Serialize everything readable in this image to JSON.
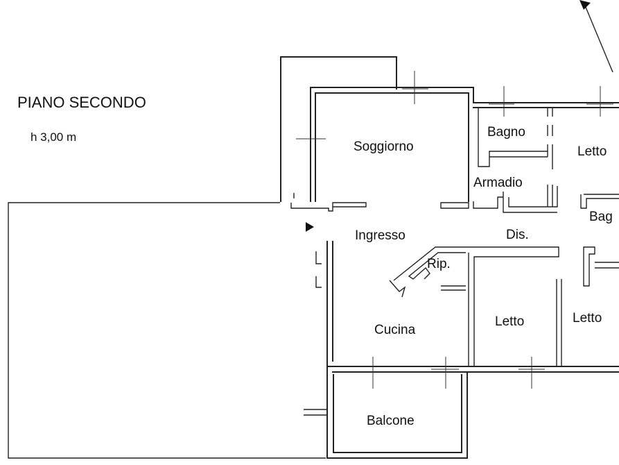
{
  "floor": {
    "title": "PIANO SECONDO",
    "height": "h 3,00 m"
  },
  "rooms": {
    "soggiorno": "Soggiorno",
    "bagno_1": "Bagno",
    "letto_1": "Letto",
    "armadio": "Armadio",
    "bagno_2": "Bag",
    "ingresso": "Ingresso",
    "disimpegno": "Dis.",
    "ripostiglio": "Rip.",
    "cucina": "Cucina",
    "letto_2": "Letto",
    "letto_3": "Letto",
    "balcone": "Balcone"
  },
  "icons": {
    "north_arrow": "north-arrow-icon",
    "entrance": "entrance-arrow-icon"
  }
}
